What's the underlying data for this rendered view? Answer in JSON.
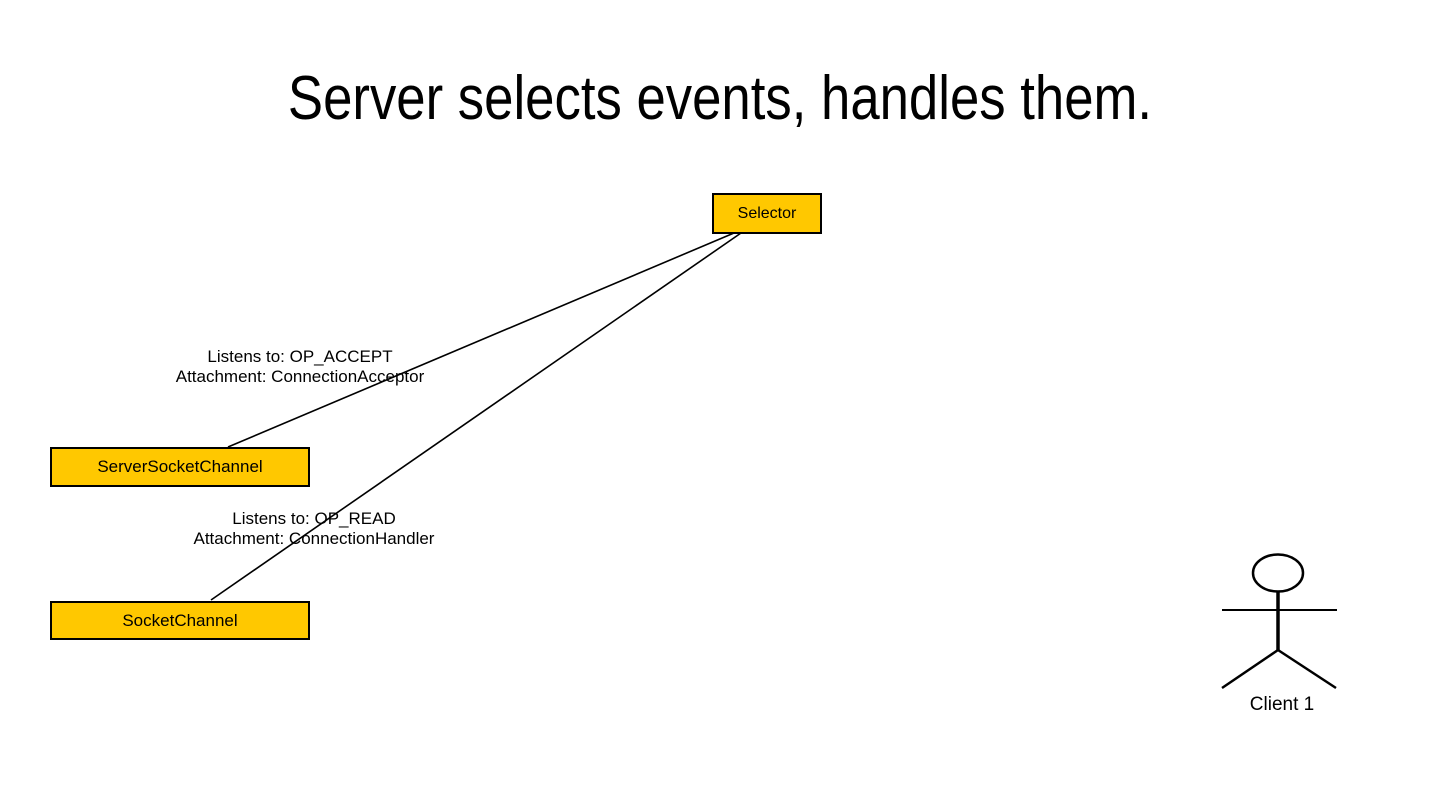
{
  "slide": {
    "title": "Server selects events, handles them.",
    "background_color": "#ffffff"
  },
  "diagram": {
    "node_fill_color": "#FFC800",
    "node_border_color": "#000000",
    "edge_color": "#000000",
    "text_color": "#000000",
    "nodes": {
      "selector": {
        "label": "Selector"
      },
      "server_socket_channel": {
        "label": "ServerSocketChannel"
      },
      "socket_channel": {
        "label": "SocketChannel"
      }
    },
    "edge_labels": {
      "accept": {
        "line1": "Listens to: OP_ACCEPT",
        "line2": "Attachment: ConnectionAcceptor"
      },
      "read": {
        "line1": "Listens to: OP_READ",
        "line2": "Attachment: ConnectionHandler"
      }
    },
    "actor": {
      "label": "Client 1"
    }
  }
}
